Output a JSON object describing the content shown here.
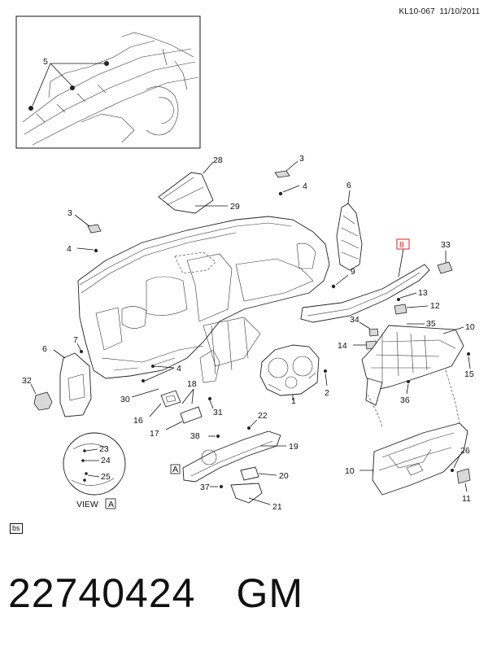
{
  "header": {
    "code": "KL10-067",
    "date": "11/10/2011"
  },
  "callouts": {
    "c1": "1",
    "c2": "2",
    "c3a": "3",
    "c3b": "3",
    "c4a": "4",
    "c4b": "4",
    "c4c": "4",
    "c5": "5",
    "c6a": "6",
    "c6b": "6",
    "c7": "7",
    "c8": "8",
    "c9": "9",
    "c10a": "10",
    "c10b": "10",
    "c11": "11",
    "c12": "12",
    "c13": "13",
    "c14": "14",
    "c15": "15",
    "c16": "16",
    "c17": "17",
    "c18": "18",
    "c19": "19",
    "c20": "20",
    "c21": "21",
    "c22": "22",
    "c23": "23",
    "c24": "24",
    "c25": "25",
    "c26": "26",
    "c28": "28",
    "c29": "29",
    "c30": "30",
    "c31": "31",
    "c32": "32",
    "c33": "33",
    "c34": "34",
    "c35": "35",
    "c36": "36",
    "c37": "37",
    "c38": "38",
    "view_label": "VIEW",
    "view_letter": "A",
    "a_marker": "A"
  },
  "highlight_color": "#e02020",
  "footer": {
    "badge": "bs",
    "part_number": "22740424",
    "brand": "GM"
  }
}
